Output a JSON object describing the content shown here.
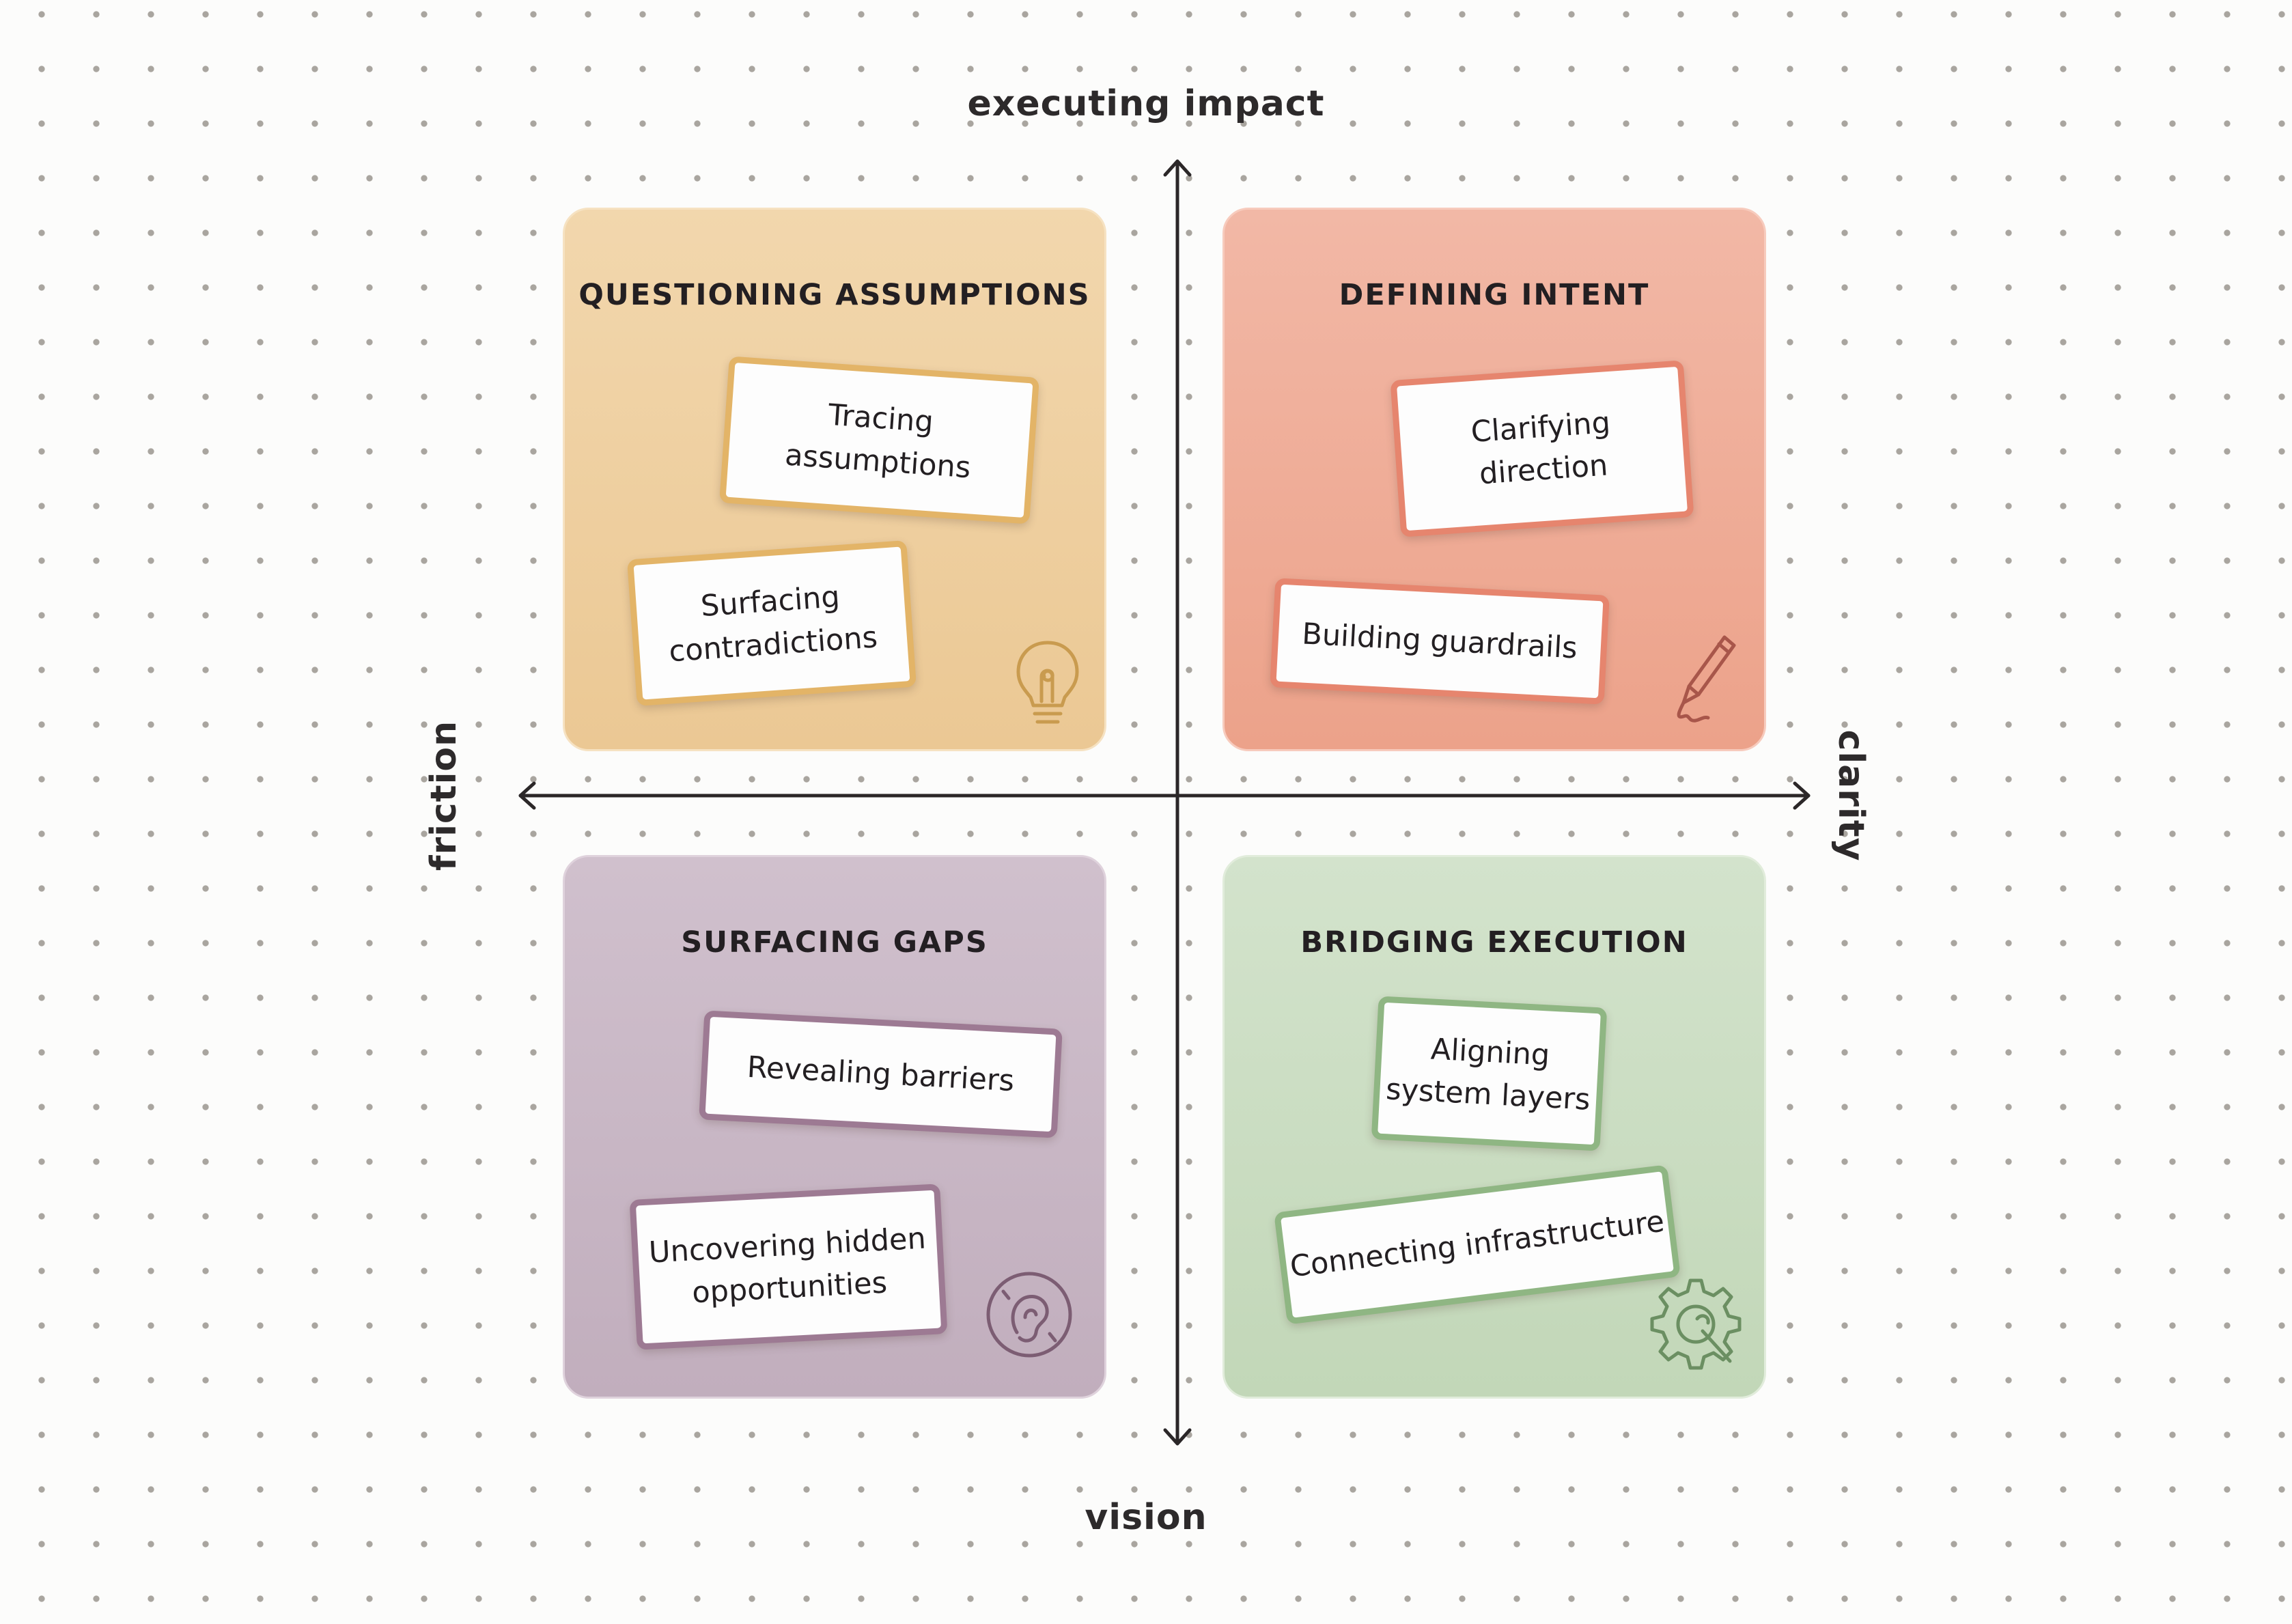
{
  "axes": {
    "top": "executing impact",
    "bottom": "vision",
    "left": "friction",
    "right": "clarity"
  },
  "quadrants": {
    "top_left": {
      "title": "QUESTIONING ASSUMPTIONS",
      "cards": [
        "Tracing\nassumptions",
        "Surfacing\ncontradictions"
      ],
      "icon": "lightbulb-icon",
      "color": "#ebc894"
    },
    "top_right": {
      "title": "DEFINING INTENT",
      "cards": [
        "Clarifying\ndirection",
        "Building guardrails"
      ],
      "icon": "pen-icon",
      "color": "#eca28a"
    },
    "bottom_left": {
      "title": "SURFACING GAPS",
      "cards": [
        "Revealing barriers",
        "Uncovering hidden\nopportunities"
      ],
      "icon": "ear-icon",
      "color": "#c1aebd"
    },
    "bottom_right": {
      "title": "BRIDGING EXECUTION",
      "cards": [
        "Aligning\nsystem layers",
        "Connecting infrastructure"
      ],
      "icon": "gear-wrench-icon",
      "color": "#c2d7b8"
    }
  }
}
